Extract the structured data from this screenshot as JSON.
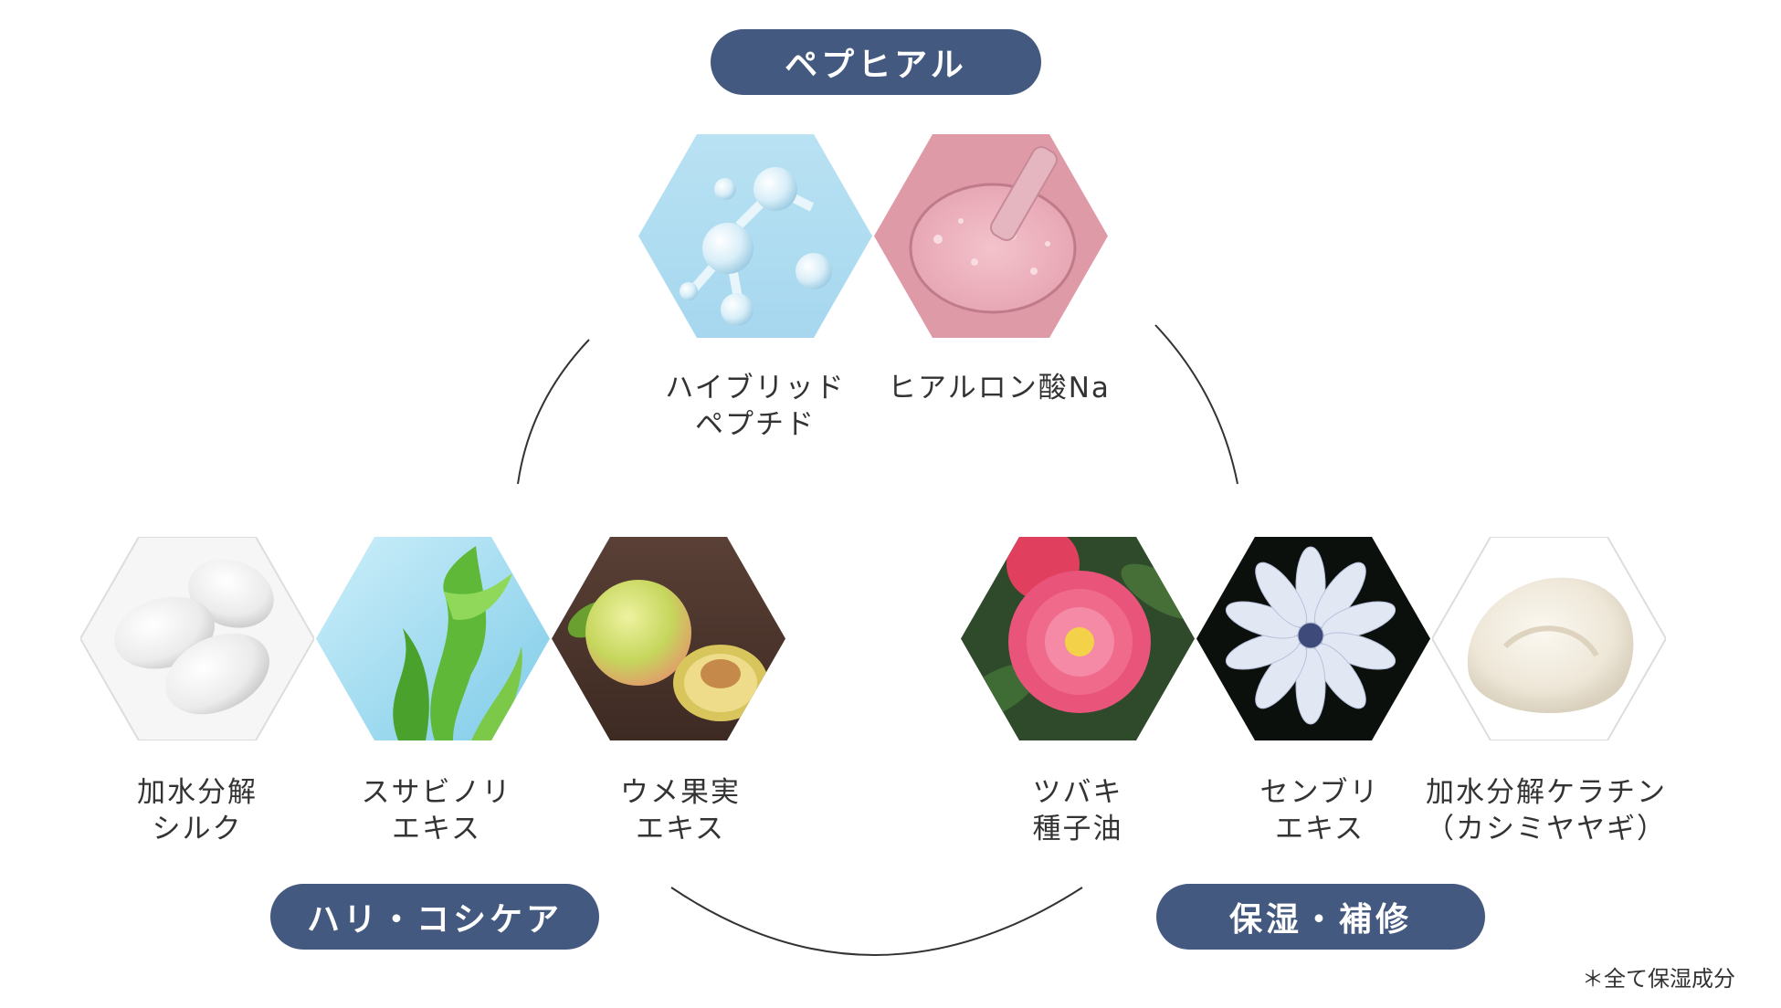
{
  "groups": {
    "peptide": "ペプヒアル",
    "firmness": "ハリ・コシケア",
    "moisture": "保湿・補修"
  },
  "ingredients": {
    "hybrid_peptide": {
      "line1": "ハイブリッド",
      "line2": "ペプチド"
    },
    "hyaluronic": {
      "line1": "ヒアルロン酸Na",
      "line2": ""
    },
    "silk": {
      "line1": "加水分解",
      "line2": "シルク"
    },
    "seaweed": {
      "line1": "スサビノリ",
      "line2": "エキス"
    },
    "ume": {
      "line1": "ウメ果実",
      "line2": "エキス"
    },
    "camellia": {
      "line1": "ツバキ",
      "line2": "種子油"
    },
    "senburi": {
      "line1": "センブリ",
      "line2": "エキス"
    },
    "keratin": {
      "line1": "加水分解ケラチン",
      "line2": "（カシミヤヤギ）"
    }
  },
  "footnote": "＊全て保湿成分",
  "icons": {
    "hybrid_peptide": "molecule-image",
    "hyaluronic": "serum-drop-image",
    "silk": "silk-cocoon-image",
    "seaweed": "seaweed-image",
    "ume": "ume-fruit-image",
    "camellia": "camellia-flower-image",
    "senburi": "senburi-flower-image",
    "keratin": "cashmere-wool-image"
  },
  "colors": {
    "pill": "#44597f",
    "text": "#333333",
    "arc": "#333333"
  }
}
